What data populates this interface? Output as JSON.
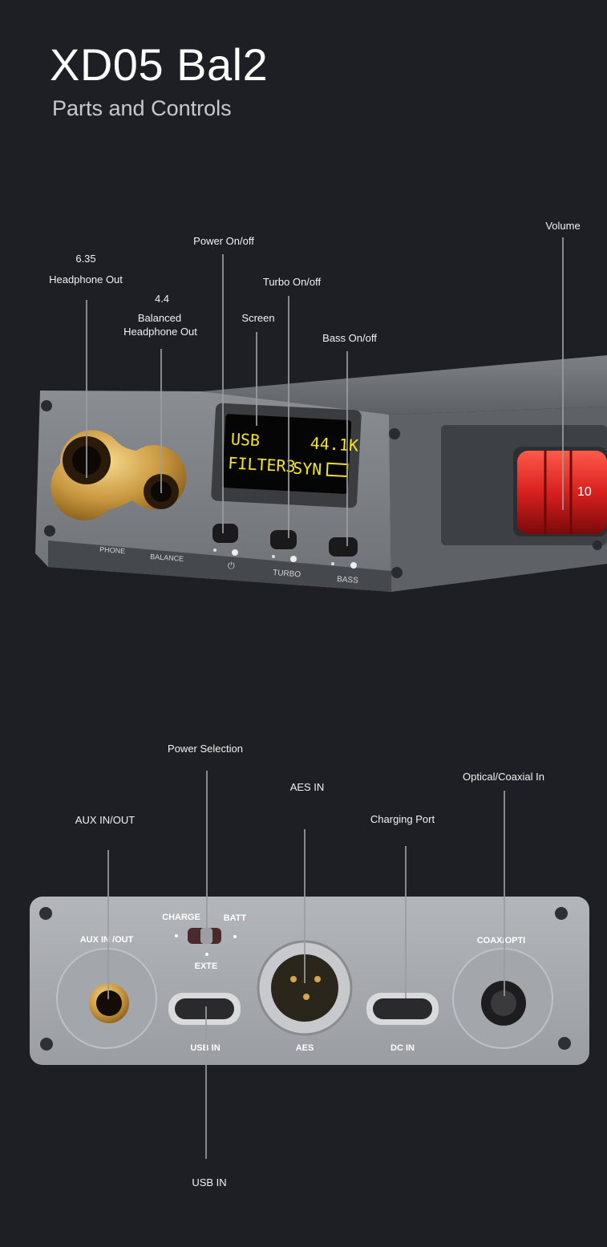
{
  "header": {
    "title": "XD05 Bal2",
    "subtitle": "Parts and Controls"
  },
  "front_callouts": {
    "headphone_size": "6.35",
    "headphone_out": "Headphone Out",
    "balanced_size": "4.4",
    "balanced": "Balanced",
    "balanced_out": "Headphone Out",
    "power": "Power On/off",
    "turbo": "Turbo On/off",
    "screen": "Screen",
    "bass": "Bass On/off",
    "volume": "Volume"
  },
  "front_panel": {
    "screen_line1_left": "USB",
    "screen_line1_right": "44.1K",
    "screen_line2_left": "FILTER3",
    "screen_line2_right": "SYN",
    "print_phone": "PHONE",
    "print_balance": "BALANCE",
    "print_power": "⏻",
    "print_turbo": "TURBO",
    "print_bass": "BASS",
    "volume_digits": "10",
    "screen_text_color": "#f5e51c",
    "volume_color": "#d8201f"
  },
  "rear_callouts": {
    "power_selection": "Power Selection",
    "aes_in": "AES IN",
    "optical": "Optical/Coaxial In",
    "aux": "AUX IN/OUT",
    "charging": "Charging Port",
    "usb_in": "USB IN"
  },
  "rear_panel": {
    "print_charge": "CHARGE",
    "print_batt": "BATT",
    "print_exte": "EXTE",
    "print_aux": "AUX IN /OUT",
    "print_coax": "COAX/OPTI",
    "print_usb": "USB IN",
    "print_aes": "AES",
    "print_dc": "DC IN"
  }
}
